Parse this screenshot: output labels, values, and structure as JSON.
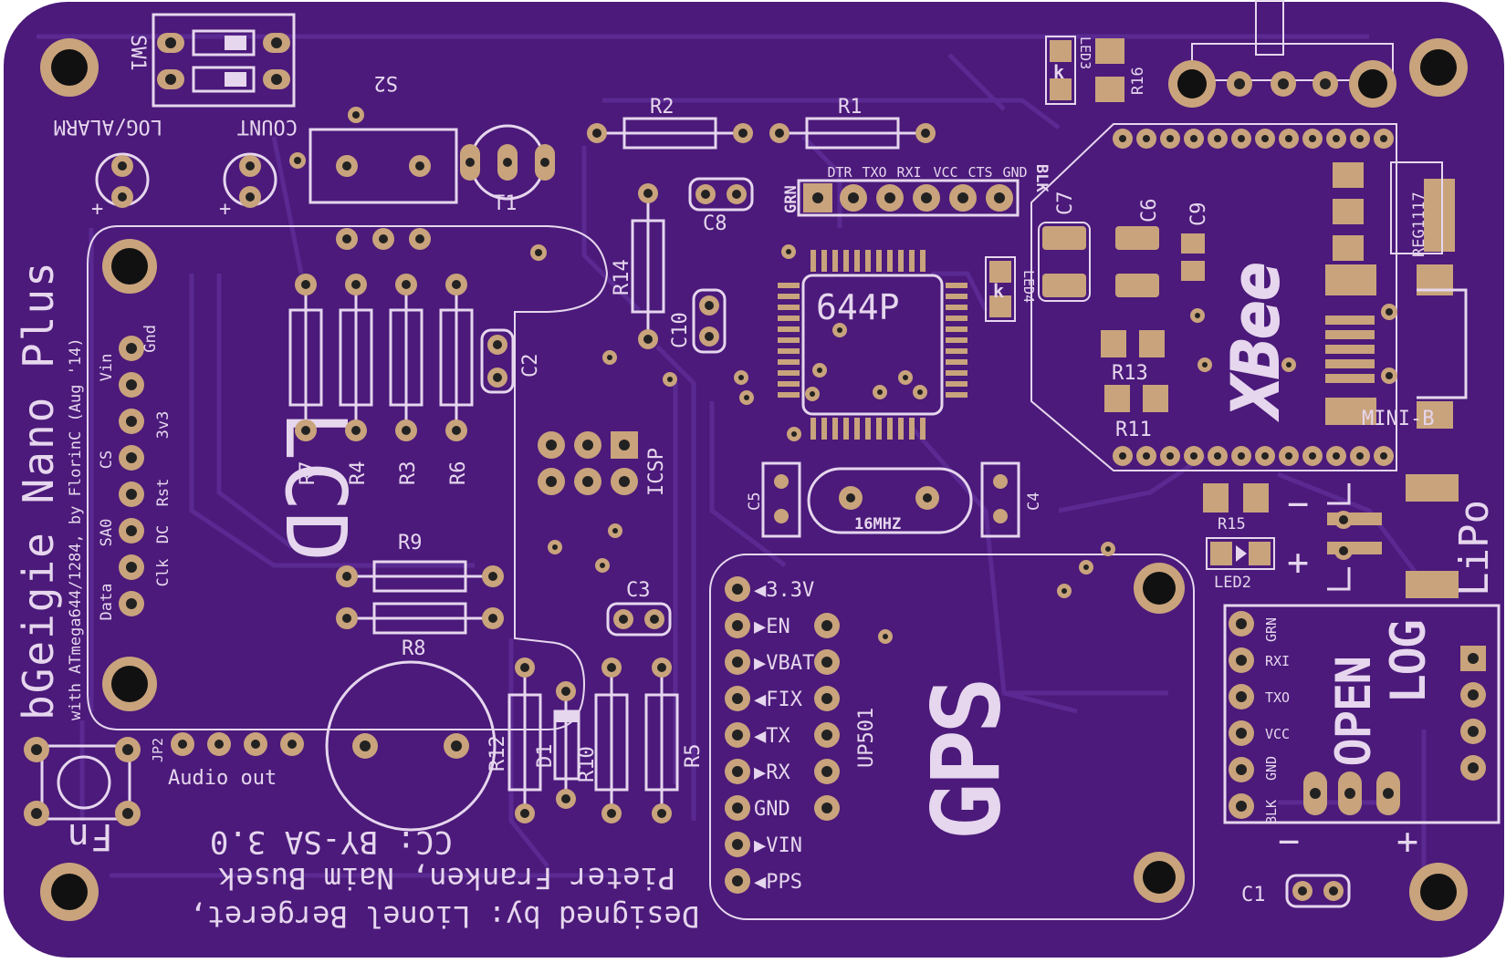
{
  "board": {
    "title": "bGeigie Nano Plus",
    "subtitle": "with ATmega644/1284, by FlorinC (Aug '14)",
    "license": "CC: BY-SA 3.0",
    "credits_line1": "Pieter Franken, Naim Busek",
    "credits_line2": "Designed by: Lionel Bergeret,",
    "colors": {
      "pcb": "#4b1a7a",
      "trace": "#5a2690",
      "pad": "#c9a37c",
      "silk": "#e6d6ee"
    }
  },
  "components": {
    "sw1": "SW1",
    "s2": "S2",
    "log_alarm": "LOG/ALARM",
    "count": "COUNT",
    "t1": "T1",
    "r1": "R1",
    "r2": "R2",
    "r3": "R3",
    "r4": "R4",
    "r5": "R5",
    "r6": "R6",
    "r7": "R7",
    "r8": "R8",
    "r9": "R9",
    "r10": "R10",
    "r11": "R11",
    "r12": "R12",
    "r13": "R13",
    "r14": "R14",
    "r15": "R15",
    "r16": "R16",
    "c1": "C1",
    "c2": "C2",
    "c3": "C3",
    "c4": "C4",
    "c5": "C5",
    "c6": "C6",
    "c7": "C7",
    "c8": "C8",
    "c9": "C9",
    "c10": "C10",
    "d1": "D1",
    "led2": "LED2",
    "led3": "LED3",
    "led4": "LED4",
    "mcu": "644P",
    "crystal": "16MHZ",
    "icsp": "ICSP",
    "lcd": "LCD",
    "gps": "GPS",
    "up501": "UP501",
    "jp2": "JP2",
    "audio_out": "Audio out",
    "fn": "Fn",
    "xbee": "XBee",
    "reg": "REG1117",
    "mini_b": "MINI-B",
    "lipo": "LiPo",
    "open": "OPEN",
    "log": "LOG",
    "minus": "−",
    "plus": "+",
    "k": "k"
  },
  "header_pins": [
    "GRN",
    "DTR",
    "TXO",
    "RXI",
    "VCC",
    "CTS",
    "GND",
    "BLK"
  ],
  "lcd_pins": [
    "Gnd",
    "Vin",
    "3v3",
    "CS",
    "Rst",
    "DC",
    "SA0",
    "Clk",
    "Data"
  ],
  "gps_pins": [
    "◀3.3V",
    "▶EN",
    "▶VBAT",
    "◀FIX",
    "◀TX",
    "▶RX",
    "GND",
    "▶VIN",
    "◀PPS"
  ],
  "openlog_pins": [
    "GRN",
    "RXI",
    "TXO",
    "VCC",
    "GND",
    "BLK"
  ]
}
